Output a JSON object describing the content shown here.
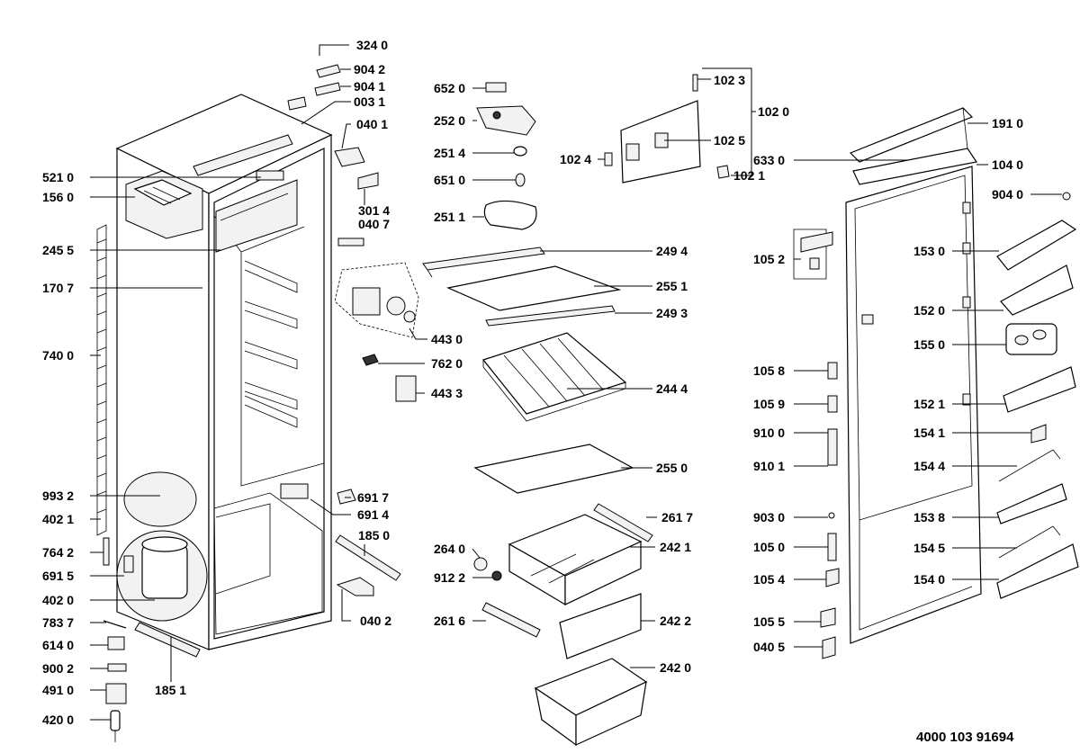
{
  "document_number": "4000 103 91694",
  "part_labels": {
    "p3240": "324 0",
    "p9042": "904 2",
    "p9041": "904 1",
    "p0031": "003 1",
    "p0401": "040 1",
    "p5210": "521 0",
    "p1560": "156 0",
    "p3014": "301 4",
    "p0407": "040 7",
    "p2455": "245 5",
    "p1707": "170 7",
    "p7400": "740 0",
    "p9932": "993 2",
    "p4021": "402 1",
    "p7642": "764 2",
    "p6915": "691 5",
    "p4020": "402 0",
    "p7837": "783 7",
    "p6140": "614 0",
    "p9002": "900 2",
    "p4910": "491 0",
    "p4200": "420 0",
    "p1851": "185 1",
    "p6917": "691 7",
    "p6914": "691 4",
    "p1850": "185 0",
    "p0402": "040 2",
    "p4430": "443 0",
    "p7620": "762 0",
    "p4433": "443 3",
    "p6520": "652 0",
    "p2520": "252 0",
    "p2514": "251 4",
    "p6510": "651 0",
    "p2511": "251 1",
    "p2494": "249 4",
    "p2551": "255 1",
    "p2493": "249 3",
    "p2444": "244 4",
    "p2550": "255 0",
    "p2617": "261 7",
    "p2640": "264 0",
    "p2421": "242 1",
    "p9122": "912 2",
    "p2616": "261 6",
    "p2422": "242 2",
    "p2420": "242 0",
    "p1023": "102 3",
    "p1020": "102 0",
    "p1025": "102 5",
    "p1024": "102 4",
    "p1021": "102 1",
    "p1910": "191 0",
    "p6330": "633 0",
    "p1040": "104 0",
    "p9040": "904 0",
    "p1052": "105 2",
    "p1530": "153 0",
    "p1520": "152 0",
    "p1550": "155 0",
    "p1058": "105 8",
    "p1059": "105 9",
    "p1521": "152 1",
    "p9100": "910 0",
    "p1541": "154 1",
    "p9101": "910 1",
    "p1544": "154 4",
    "p9030": "903 0",
    "p1538": "153 8",
    "p1050": "105 0",
    "p1545": "154 5",
    "p1054": "105 4",
    "p1540": "154 0",
    "p1055": "105 5",
    "p0405": "040 5"
  }
}
